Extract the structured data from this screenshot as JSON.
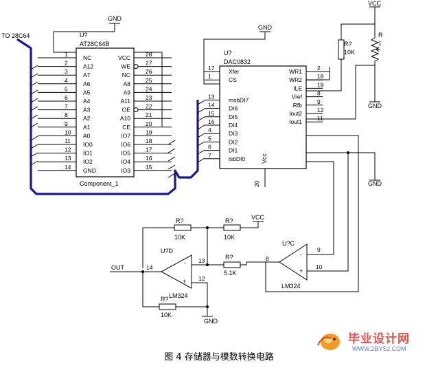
{
  "caption": "图 4  存储器与模数转换电路",
  "watermark": {
    "title": "毕业设计网",
    "url": "WWW.2BYSJ.COM"
  },
  "bus_label": "TO 28C64",
  "power": {
    "gnd": "GND",
    "vcc": "VCC"
  },
  "eeprom": {
    "ref": "U?",
    "part": "AT28C64B",
    "footer": "Component_1",
    "left_pins": [
      {
        "num": "1",
        "name": "NC"
      },
      {
        "num": "2",
        "name": "A12"
      },
      {
        "num": "3",
        "name": "A7"
      },
      {
        "num": "4",
        "name": "A6"
      },
      {
        "num": "5",
        "name": "A5"
      },
      {
        "num": "6",
        "name": "A4"
      },
      {
        "num": "7",
        "name": "A3"
      },
      {
        "num": "8",
        "name": "A2"
      },
      {
        "num": "9",
        "name": "A1"
      },
      {
        "num": "10",
        "name": "A0"
      },
      {
        "num": "11",
        "name": "IO0"
      },
      {
        "num": "12",
        "name": "IO1"
      },
      {
        "num": "13",
        "name": "IO2"
      },
      {
        "num": "14",
        "name": "GND"
      }
    ],
    "right_pins": [
      {
        "num": "28",
        "name": "VCC"
      },
      {
        "num": "27",
        "name": "WE"
      },
      {
        "num": "26",
        "name": "NC"
      },
      {
        "num": "25",
        "name": "A8"
      },
      {
        "num": "24",
        "name": "A9"
      },
      {
        "num": "23",
        "name": "A11"
      },
      {
        "num": "22",
        "name": "OE"
      },
      {
        "num": "21",
        "name": "A10"
      },
      {
        "num": "20",
        "name": "CE"
      },
      {
        "num": "19",
        "name": "IO7"
      },
      {
        "num": "18",
        "name": "IO6"
      },
      {
        "num": "17",
        "name": "IO5"
      },
      {
        "num": "16",
        "name": "IO4"
      },
      {
        "num": "15",
        "name": "IO3"
      }
    ]
  },
  "dac": {
    "ref": "U?",
    "part": "DAC0832",
    "left_pins": [
      {
        "num": "17",
        "name": "Xfer"
      },
      {
        "num": "1",
        "name": "CS"
      },
      {
        "num": "13",
        "name": "msbDI7"
      },
      {
        "num": "14",
        "name": "DI6"
      },
      {
        "num": "15",
        "name": "DI5"
      },
      {
        "num": "16",
        "name": "DI4"
      },
      {
        "num": "4",
        "name": "DI3"
      },
      {
        "num": "5",
        "name": "DI2"
      },
      {
        "num": "6",
        "name": "DI1"
      },
      {
        "num": "7",
        "name": "lsbDI0"
      }
    ],
    "right_pins": [
      {
        "num": "2",
        "name": "WR1"
      },
      {
        "num": "18",
        "name": "WR2"
      },
      {
        "num": "19",
        "name": "ILE"
      },
      {
        "num": "8",
        "name": "Vref"
      },
      {
        "num": "9",
        "name": "Rfb"
      },
      {
        "num": "12",
        "name": "Iout2"
      },
      {
        "num": "11",
        "name": "Iout1"
      }
    ],
    "vcc_label": "Vcc",
    "vcc_pin": "20"
  },
  "resistors": {
    "r_dac": {
      "ref": "R?",
      "value": "10K"
    },
    "pot": {
      "ref": "R",
      "pin": "1"
    },
    "r_fb_top": {
      "ref": "R?",
      "value": "10K"
    },
    "r_vcc": {
      "ref": "R?",
      "value": "10K"
    },
    "r_mid": {
      "ref": "R?",
      "value": "5.1K"
    },
    "r_gnd": {
      "ref": "R?",
      "value": "10K"
    }
  },
  "opamp_c": {
    "ref": "U?C",
    "part": "LM324",
    "minus_pin": "9",
    "plus_pin": "10",
    "out_pin": "8",
    "minus_sign": "-",
    "plus_sign": "+"
  },
  "opamp_d": {
    "ref": "U?D",
    "part": "LM324",
    "minus_pin": "13",
    "plus_pin": "12",
    "out_pin": "14",
    "minus_sign": "-",
    "plus_sign": "+"
  },
  "out_label": "OUT"
}
